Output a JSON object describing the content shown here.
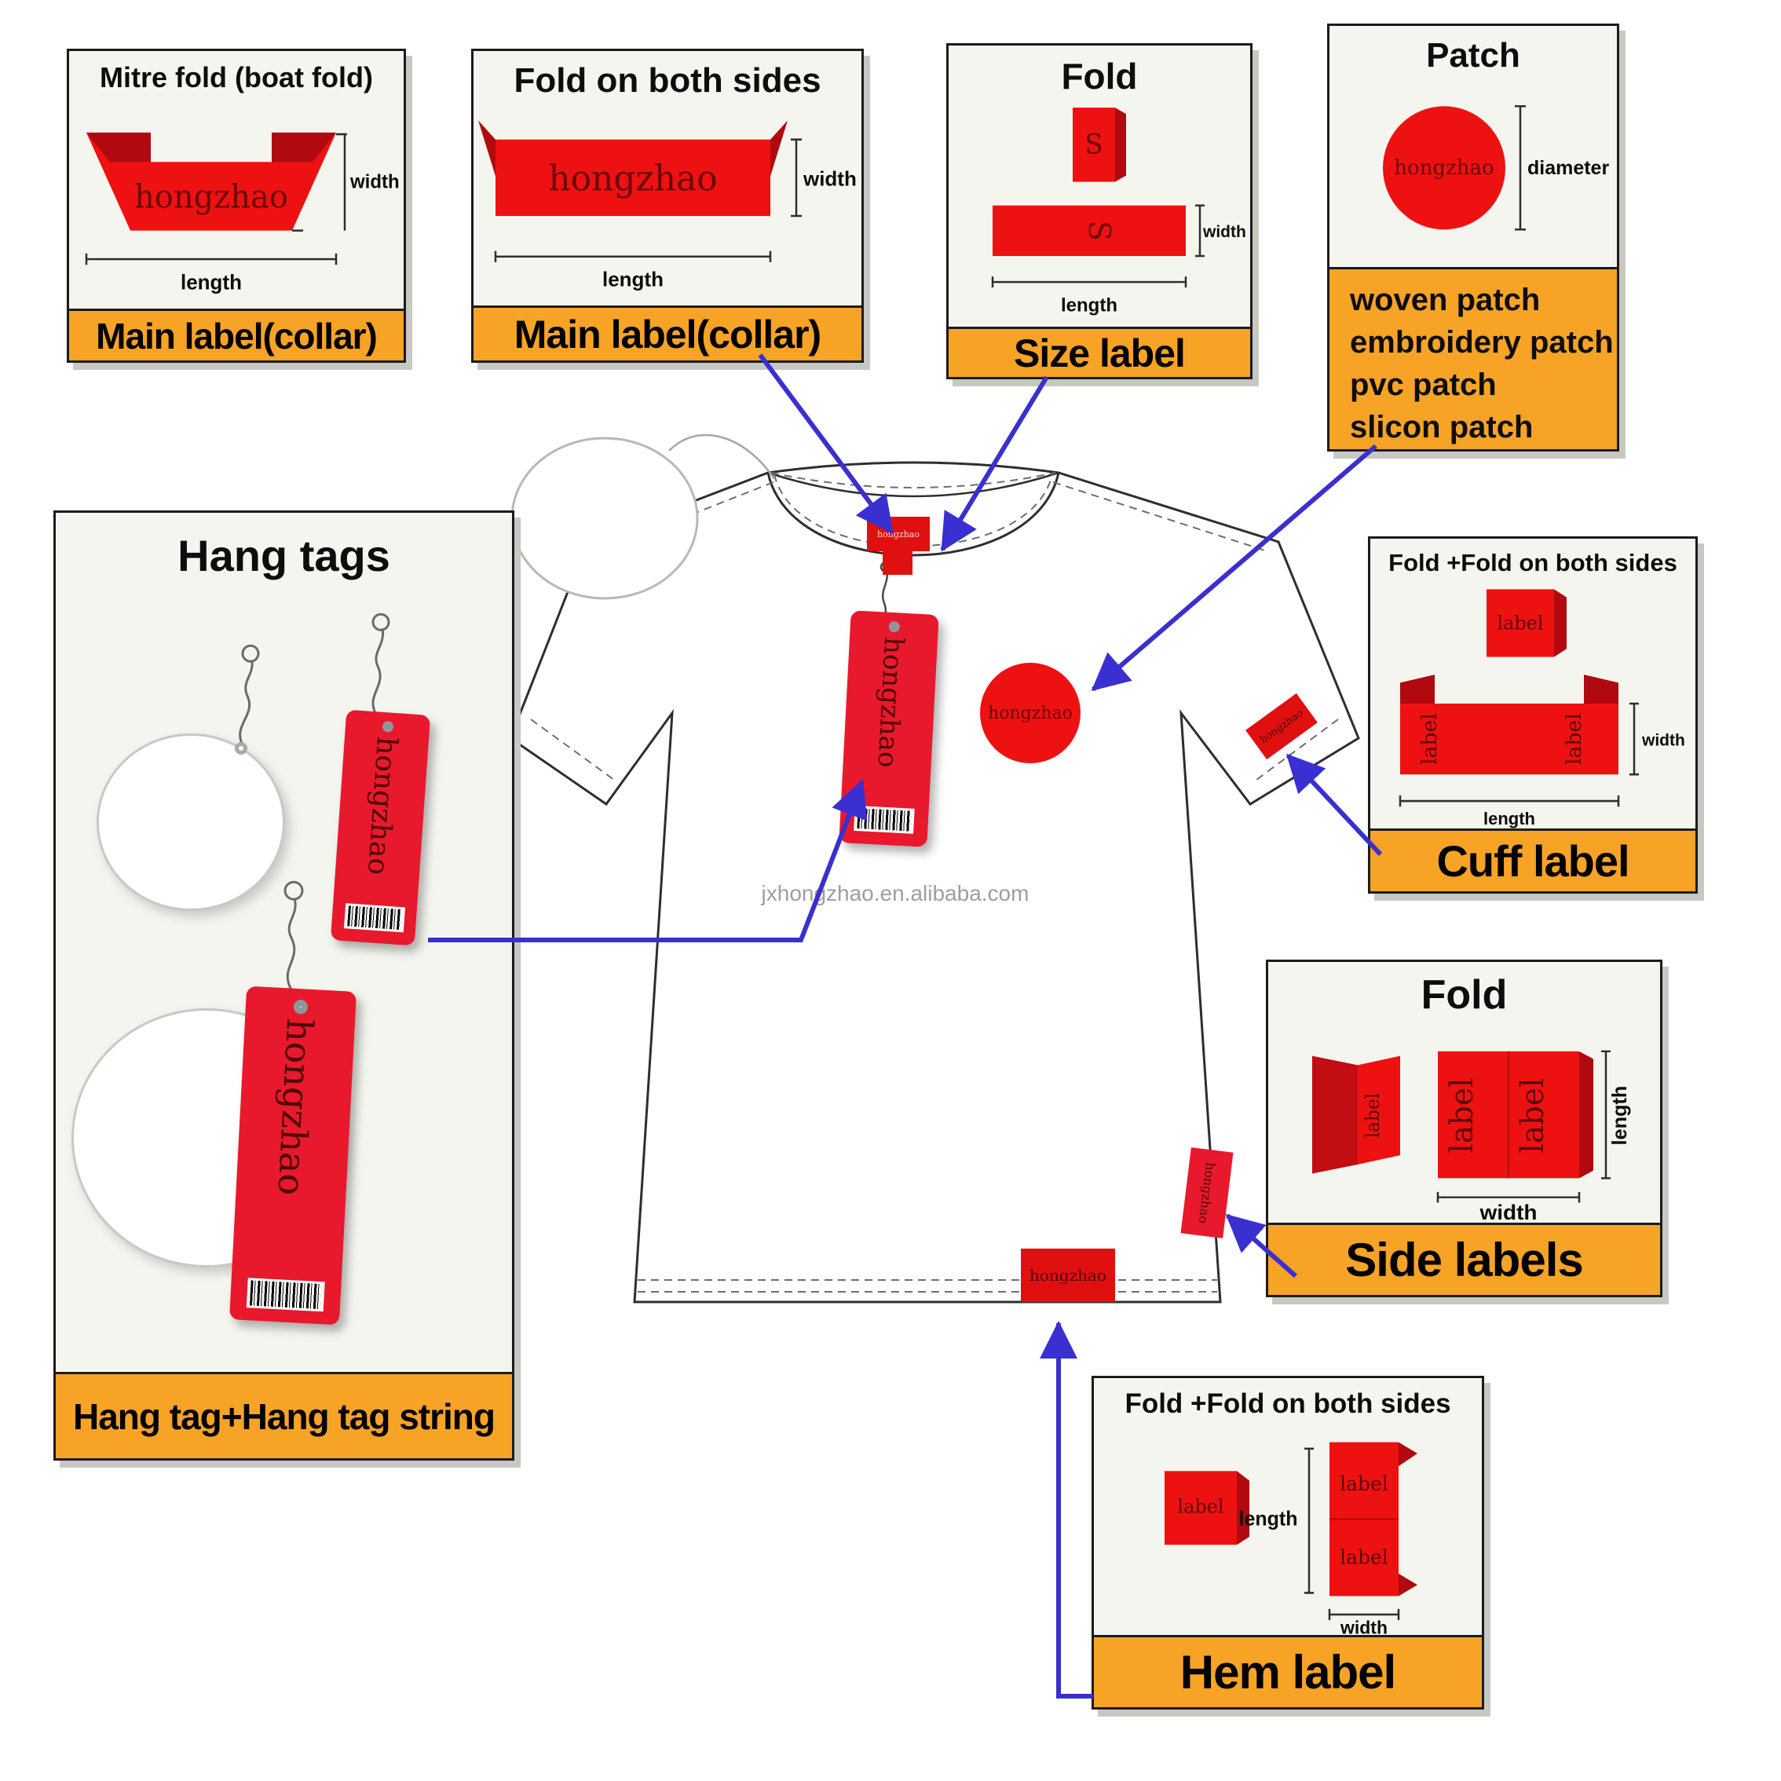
{
  "brand": "hongzhao",
  "watermark": "jxhongzhao.en.alibaba.com",
  "dim": {
    "width": "width",
    "length": "length",
    "diameter": "diameter"
  },
  "generic_label": "label",
  "size_letter": "S",
  "panels": {
    "mitre": {
      "title": "Mitre fold (boat fold)",
      "caption": "Main label(collar)"
    },
    "fold_both": {
      "title": "Fold on both sides",
      "caption": "Main label(collar)"
    },
    "size": {
      "title": "Fold",
      "caption": "Size label"
    },
    "patch": {
      "title": "Patch",
      "items": [
        "woven patch",
        "embroidery patch",
        "pvc patch",
        "slicon patch"
      ]
    },
    "hang": {
      "title": "Hang tags",
      "caption": "Hang tag+Hang tag string"
    },
    "cuff": {
      "title": "Fold +Fold on both sides",
      "caption": "Cuff label"
    },
    "side": {
      "title": "Fold",
      "caption": "Side labels"
    },
    "hem": {
      "title": "Fold +Fold on both sides",
      "caption": "Hem label"
    }
  },
  "colors": {
    "label_red": "#ee1111",
    "tag_crimson": "#e8192c",
    "fold_dark_red": "#b0090f",
    "caption_orange": "#f6a326",
    "arrow_blue": "#3a2fd0",
    "panel_bg": "#f4f5ef"
  }
}
